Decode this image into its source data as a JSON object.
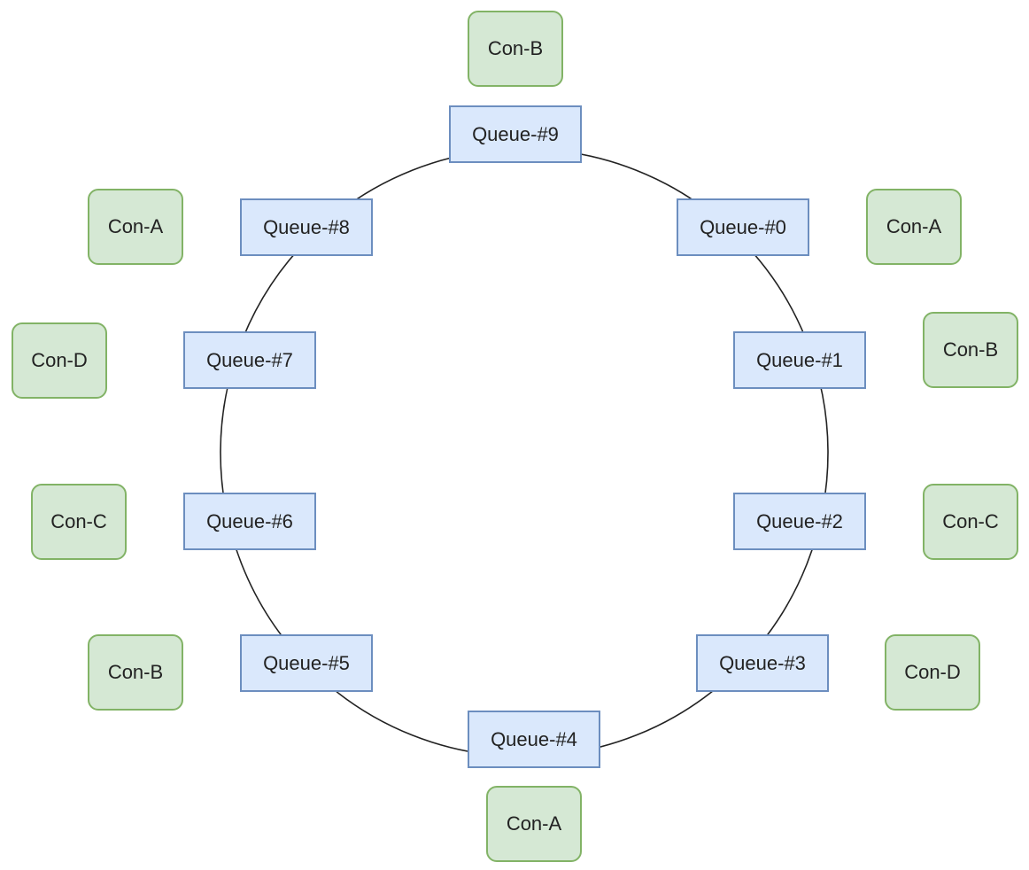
{
  "queues": [
    {
      "id": "q0",
      "label": "Queue-#0"
    },
    {
      "id": "q1",
      "label": "Queue-#1"
    },
    {
      "id": "q2",
      "label": "Queue-#2"
    },
    {
      "id": "q3",
      "label": "Queue-#3"
    },
    {
      "id": "q4",
      "label": "Queue-#4"
    },
    {
      "id": "q5",
      "label": "Queue-#5"
    },
    {
      "id": "q6",
      "label": "Queue-#6"
    },
    {
      "id": "q7",
      "label": "Queue-#7"
    },
    {
      "id": "q8",
      "label": "Queue-#8"
    },
    {
      "id": "q9",
      "label": "Queue-#9"
    }
  ],
  "consumers": [
    {
      "queue": "q0",
      "label": "Con-A"
    },
    {
      "queue": "q1",
      "label": "Con-B"
    },
    {
      "queue": "q2",
      "label": "Con-C"
    },
    {
      "queue": "q3",
      "label": "Con-D"
    },
    {
      "queue": "q4",
      "label": "Con-A"
    },
    {
      "queue": "q5",
      "label": "Con-B"
    },
    {
      "queue": "q6",
      "label": "Con-C"
    },
    {
      "queue": "q7",
      "label": "Con-D"
    },
    {
      "queue": "q8",
      "label": "Con-A"
    },
    {
      "queue": "q9",
      "label": "Con-B"
    }
  ],
  "colors": {
    "queue_fill": "#dae8fc",
    "queue_stroke": "#6c8ebf",
    "consumer_fill": "#d5e8d4",
    "consumer_stroke": "#82b366",
    "ring_stroke": "#222222"
  }
}
